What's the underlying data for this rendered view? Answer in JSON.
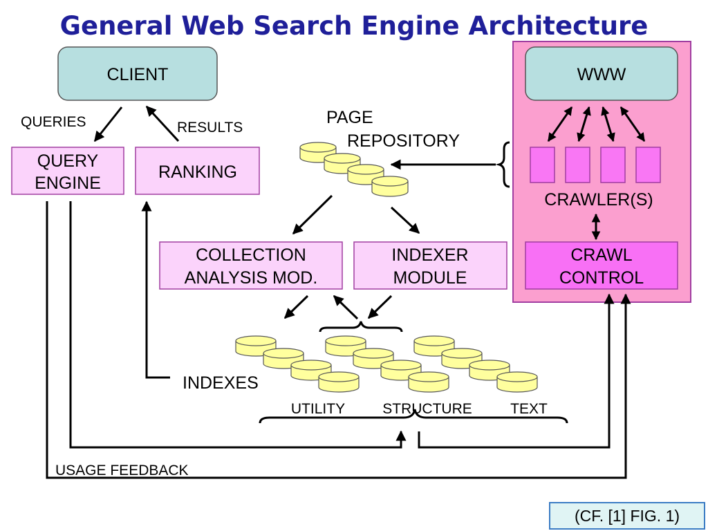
{
  "title": "General Web Search Engine Architecture",
  "nodes": {
    "client": "CLIENT",
    "www": "WWW",
    "query_engine": [
      "QUERY",
      "ENGINE"
    ],
    "ranking": "RANKING",
    "collection_analysis": [
      "COLLECTION",
      "ANALYSIS MOD."
    ],
    "indexer": [
      "INDEXER",
      "MODULE"
    ],
    "crawl_control": [
      "CRAWL",
      "CONTROL"
    ]
  },
  "labels": {
    "queries": "QUERIES",
    "results": "RESULTS",
    "page_repository": [
      "PAGE",
      "REPOSITORY"
    ],
    "crawlers": "CRAWLER(S)",
    "indexes": "INDEXES",
    "utility": "UTILITY",
    "structure": "STRUCTURE",
    "text": "TEXT",
    "usage_feedback": "USAGE FEEDBACK"
  },
  "reference": "(CF. [1] FIG. 1)",
  "colors": {
    "title": "#1f1f99",
    "client_fill": "#b7dfe0",
    "pink_light": "#fbd3fb",
    "pink_panel": "#fb9fcf",
    "crawler_fill": "#f977f4",
    "crawl_control_fill": "#f870f5",
    "disk_fill": "#ffff9e",
    "border_purple": "#a03da0"
  }
}
